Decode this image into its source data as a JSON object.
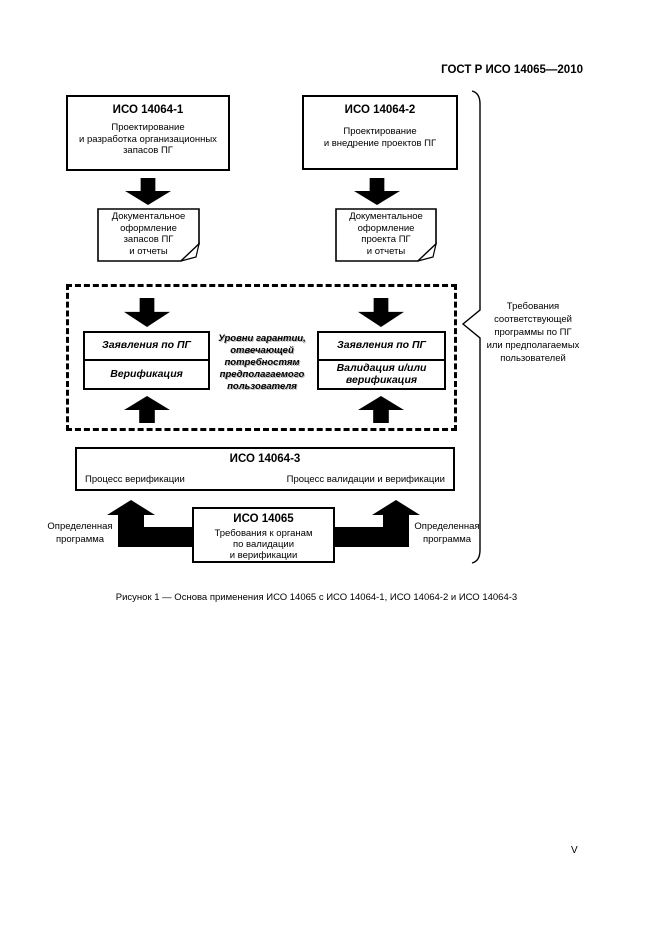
{
  "page": {
    "header": "ГОСТ Р ИСО 14065—2010",
    "caption": "Рисунок 1 — Основа применения ИСО 14065 с ИСО 14064-1, ИСО 14064-2 и ИСО 14064-3",
    "page_number": "V"
  },
  "colors": {
    "ink": "#000000",
    "paper": "#ffffff"
  },
  "icons": {
    "arrow_down": "block-arrow-down",
    "arrow_up": "block-arrow-up",
    "elbow_arrow": "elbow-block-arrow-up",
    "brace": "curly-brace",
    "document": "sheet-with-folded-corner"
  },
  "diagram": {
    "iso14064_1": {
      "title": "ИСО 14064-1",
      "body": "Проектирование\nи разработка организационных\nзапасов ПГ"
    },
    "iso14064_2": {
      "title": "ИСО 14064-2",
      "body": "Проектирование\nи внедрение проектов ПГ"
    },
    "doc_left": "Документальное\nоформление\nзапасов ПГ\nи отчеты",
    "doc_right": "Документальное\nоформление\nпроекта ПГ\nи отчеты",
    "claims_left": {
      "top": "Заявления по ПГ",
      "bottom": "Верификация"
    },
    "claims_right": {
      "top": "Заявления по ПГ",
      "bottom": "Валидация и/или\nверификация"
    },
    "assurance_note": "Уровни гарантии,\nотвечающей\nпотребностям\nпредполагаемого\nпользователя",
    "iso14064_3": {
      "title": "ИСО 14064-3",
      "left_label": "Процесс верификации",
      "right_label": "Процесс валидации и верификации"
    },
    "iso14065": {
      "title": "ИСО 14065",
      "body": "Требования к органам\nпо валидации\nи верификации"
    },
    "program_left": "Определенная\nпрограмма",
    "program_right": "Определенная\nпрограмма",
    "brace_label": "Требования\nсоответствующей\nпрограммы по ПГ\nили предполагаемых\nпользователей"
  }
}
